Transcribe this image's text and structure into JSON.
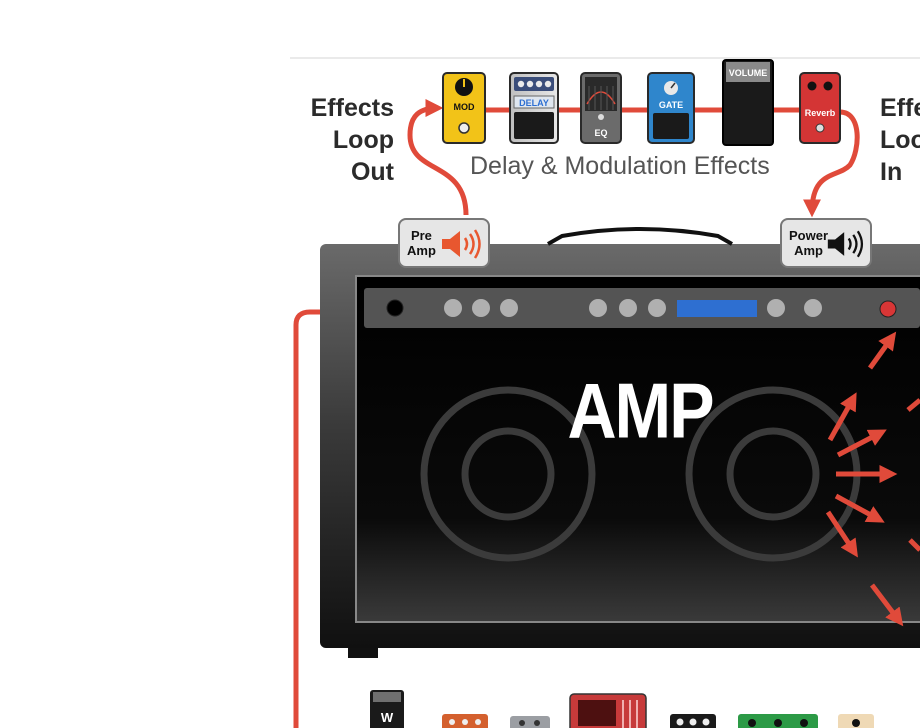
{
  "labels": {
    "loop_out": [
      "Effects",
      "Loop",
      "Out"
    ],
    "loop_in": [
      "Effects",
      "Loop",
      "In"
    ],
    "effects_caption": "Delay & Modulation Effects",
    "pre_amp": [
      "Pre",
      "Amp"
    ],
    "power_amp": [
      "Power",
      "Amp"
    ],
    "amp": "AMP"
  },
  "pedals": {
    "mod": "MOD",
    "delay": "DELAY",
    "eq": "EQ",
    "gate": "GATE",
    "volume": "VOLUME",
    "reverb": "Reverb",
    "wah": "W"
  },
  "colors": {
    "signal": "#e04a3a",
    "amp_body": "#0a0a0a",
    "control_strip": "#545454",
    "display": "#2e6fd1",
    "mod_pedal": "#f2c318",
    "delay_pedal": "#dfe6ef",
    "eq_pedal": "#6b6b6b",
    "gate_pedal": "#2f86cc",
    "volume_pedal": "#1a1a1a",
    "reverb_pedal": "#d43535",
    "speaker_icon": "#e8572f"
  }
}
